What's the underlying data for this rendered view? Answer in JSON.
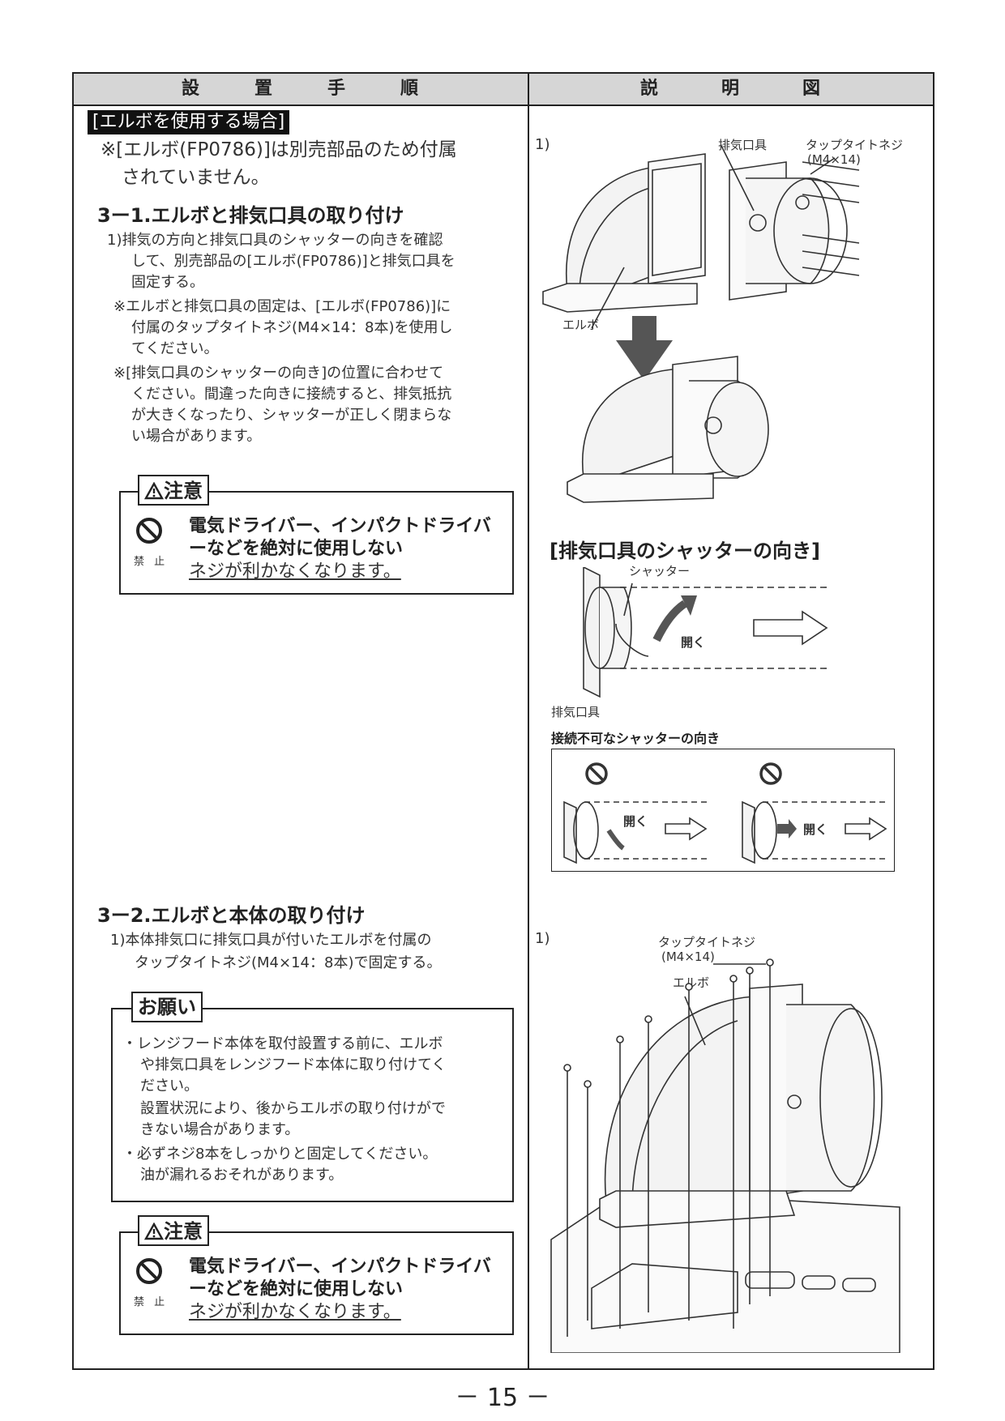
{
  "header": {
    "left": [
      "設",
      "置",
      "手",
      "順"
    ],
    "right": [
      "説",
      "明",
      "図"
    ]
  },
  "left": {
    "tag": "[エルボを使用する場合]",
    "note": [
      "※[エルボ(FP0786)]は別売部品のため付属",
      "されていません。"
    ],
    "step1_title": "3ー1.エルボと排気口具の取り付け",
    "step1_lines": [
      "1)排気の方向と排気口具のシャッターの向きを確認",
      "して、別売部品の[エルボ(FP0786)]と排気口具を",
      "固定する。",
      "※エルボと排気口具の固定は、[エルボ(FP0786)]に",
      "付属のタップタイトネジ(M4×14：8本)を使用し",
      "てください。",
      "※[排気口具のシャッターの向き]の位置に合わせて",
      "ください。間違った向きに接続すると、排気抵抗",
      "が大きくなったり、シャッターが正しく閉まらな",
      "い場合があります。"
    ],
    "caution": {
      "title": "注意",
      "bold": [
        "電気ドライバー、インパクトドライバ",
        "ーなどを絶対に使用しない"
      ],
      "underline": "ネジが利かなくなります。",
      "prohibit": "禁 止"
    },
    "step2_title": "3ー2.エルボと本体の取り付け",
    "step2_lines": [
      "1)本体排気口に排気口具が付いたエルボを付属の",
      "タップタイトネジ(M4×14：8本)で固定する。"
    ],
    "request": {
      "title": "お願い",
      "lines": [
        "・レンジフード本体を取付設置する前に、エルボ",
        "や排気口具をレンジフード本体に取り付けてく",
        "ださい。",
        "設置状況により、後からエルボの取り付けがで",
        "きない場合があります。",
        "・必ずネジ8本をしっかりと固定してください。",
        "油が漏れるおそれがあります。"
      ]
    }
  },
  "right": {
    "fig1": {
      "num": "1)",
      "exhaust": "排気口具",
      "screw": "タップタイトネジ",
      "screw_size": "(M4×14)",
      "elbow": "エルボ"
    },
    "shutter_title": "[排気口具のシャッターの向き]",
    "shutter_label": "シャッター",
    "open": "開く",
    "exhaust_label": "排気口具",
    "wrong_title": "接続不可なシャッターの向き",
    "fig2": {
      "num": "1)",
      "screw": "タップタイトネジ",
      "screw_size": "(M4×14)",
      "elbow": "エルボ"
    }
  },
  "page_number": "－ 15 －"
}
